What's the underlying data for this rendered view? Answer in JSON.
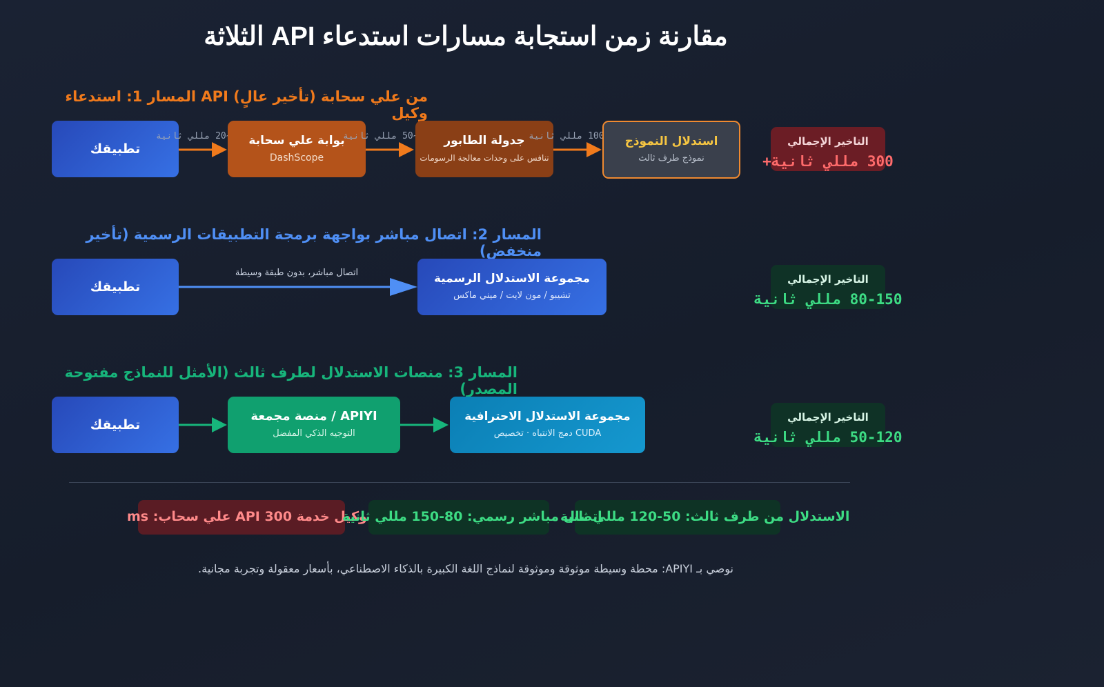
{
  "title": "الثلاثة API مقارنة زمن استجابة مسارات استدعاء",
  "route1": {
    "heading": "من علي سحابة (تأخير عالٍ) API المسار 1: استدعاء وكيل",
    "app_label": "تطبيقك",
    "hop1_latency": "~20 مللي ثانية",
    "gateway": {
      "title": "بوابة علي سحابة",
      "subtitle": "DashScope"
    },
    "hop2_latency": "~50 مللي ثانية",
    "queue": {
      "title": "جدولة الطابور",
      "subtitle": "تنافس على وحدات معالجة الرسومات"
    },
    "hop3_latency": "~100 مللي ثانية",
    "inference": {
      "title": "استدلال النموذج",
      "subtitle": "نموذج طرف ثالث"
    },
    "total_label": "التاخير الإجمالي",
    "total_value": "300 مللي ثانية+"
  },
  "route2": {
    "heading": "المسار 2: اتصال مباشر بواجهة برمجة التطبيقات الرسمية (تأخير منخفض)",
    "app_label": "تطبيقك",
    "link_label": "اتصال مباشر، بدون طبقة وسيطة",
    "cluster": {
      "title": "مجموعة الاستدلال الرسمية",
      "subtitle": "تشيبو / مون لايت / ميني ماكس"
    },
    "total_label": "التاخير الإجمالي",
    "total_value": "80-150 مللي ثانية"
  },
  "route3": {
    "heading": "المسار 3: منصات الاستدلال لطرف ثالث (الأمثل للنماذج مفتوحة المصدر)",
    "app_label": "تطبيقك",
    "platform": {
      "title": "منصة مجمعة / APIYI",
      "subtitle": "التوجيه الذكي المفضل"
    },
    "cluster": {
      "title": "مجموعة الاستدلال الاحترافية",
      "subtitle": "دمج الانتباه · تخصيص CUDA"
    },
    "total_label": "التاخير الإجمالي",
    "total_value": "50-120 مللي ثانية"
  },
  "summary": {
    "proxy": "وكيل خدمة API 300 علي سحاب: ms",
    "official": "اتصال مباشر رسمي: 80-150 مللي ثانية",
    "third_party": "الاستدلال من طرف ثالث: 50-120 مللي ثانية"
  },
  "footer": "نوصي بـ APIYI: محطة وسيطة موثوقة وموثوقة لنماذج اللغة الكبيرة بالذكاء الاصطناعي، بأسعار معقولة وتجربة مجانية.",
  "colors": {
    "route1": "#f07a1c",
    "route2": "#4f8ff5",
    "route3": "#17b57b",
    "total_high": "#ff6b6b",
    "total_good": "#3ddc84"
  }
}
